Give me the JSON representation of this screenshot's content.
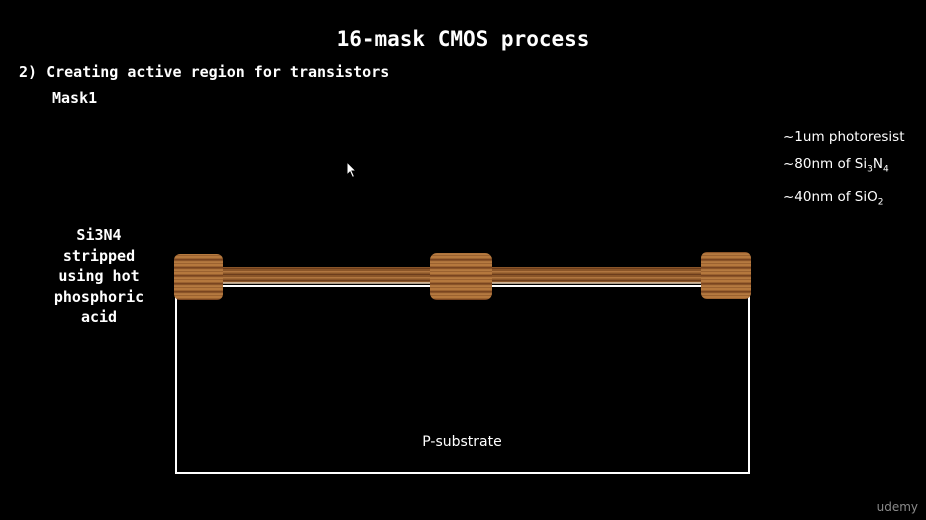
{
  "title": "16-mask CMOS process",
  "step": "2) Creating active region for transistors",
  "mask": "Mask1",
  "layer_notes": [
    {
      "prefix": "~1um photoresist",
      "parts": []
    },
    {
      "prefix": "~80nm of Si",
      "parts": [
        {
          "sub": "3"
        },
        {
          "text": "N"
        },
        {
          "sub": "4"
        }
      ]
    },
    {
      "prefix": "~40nm of SiO",
      "parts": [
        {
          "sub": "2"
        }
      ]
    }
  ],
  "side_note": [
    "Si3N4",
    "stripped",
    "using hot",
    "phosphoric",
    "acid"
  ],
  "substrate_label": "P-substrate",
  "watermark": "udemy",
  "colors": {
    "background": "#000000",
    "substrate_outline": "#ffffff",
    "photoresist_wood": "#9b6230",
    "oxide_strip": "#8a5528"
  },
  "icons": {
    "cursor": "mouse-pointer-icon"
  }
}
